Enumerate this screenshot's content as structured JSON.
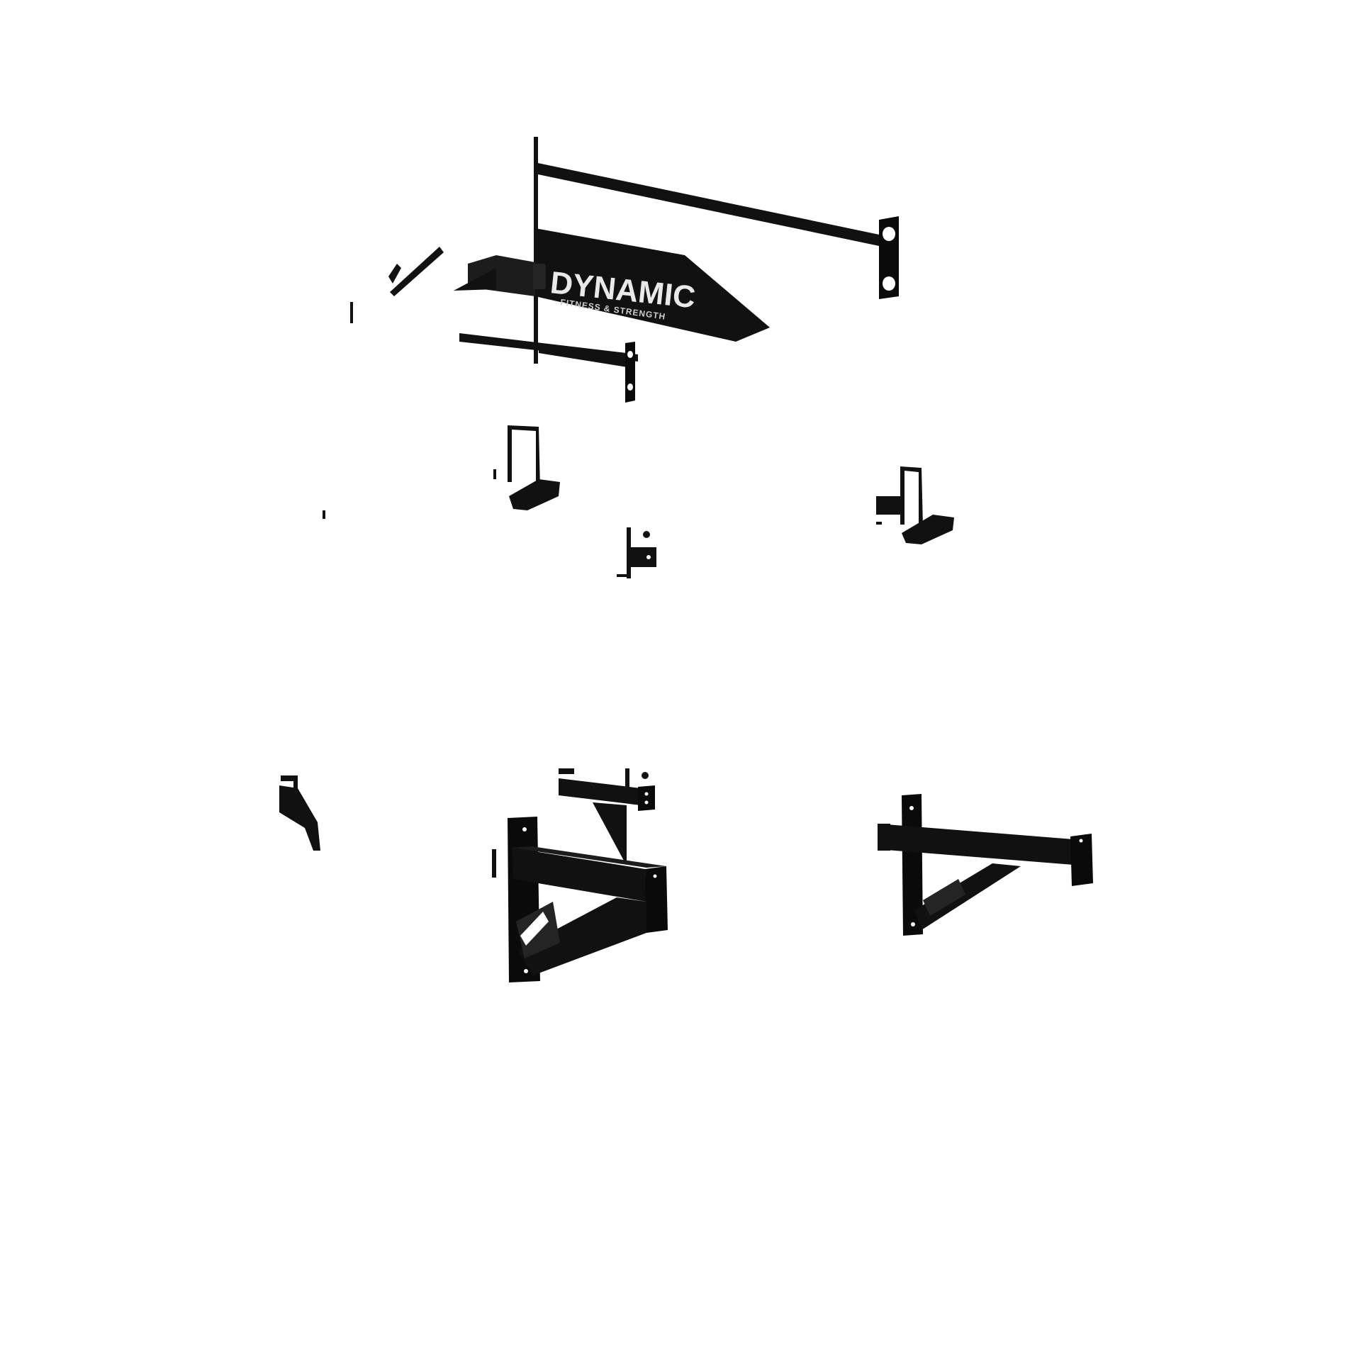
{
  "image": {
    "description_kind": "product render",
    "background": "#ffffff",
    "primary_color": "#111111"
  },
  "branding": {
    "wordmark": "DYNAMIC",
    "tagline": "FITNESS & STRENGTH"
  }
}
